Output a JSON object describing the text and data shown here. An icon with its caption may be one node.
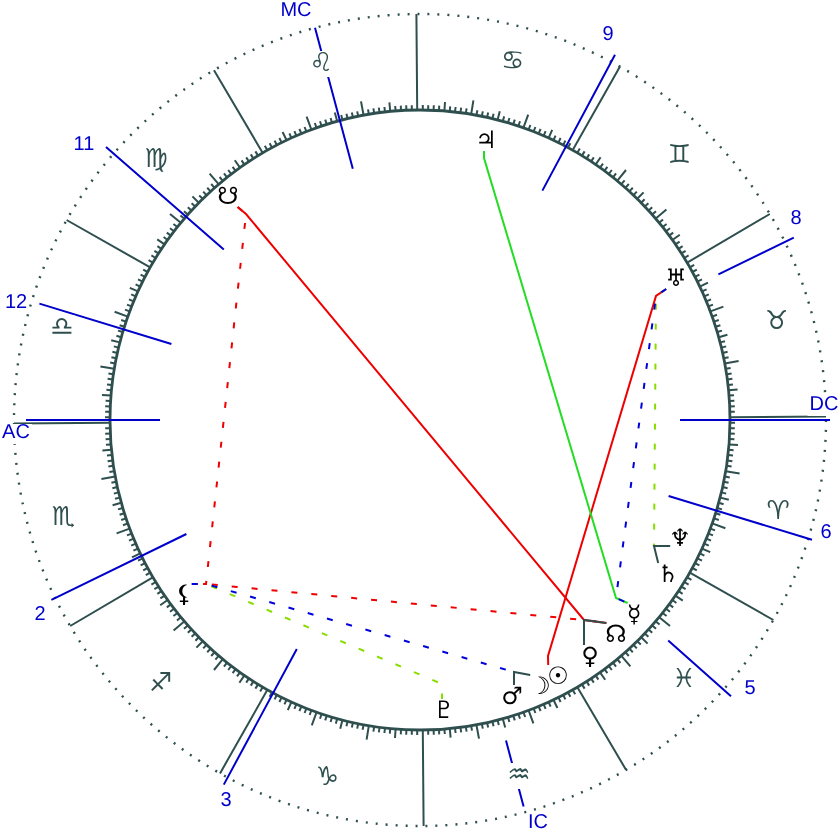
{
  "diagram": {
    "nodes": [
      {
        "text": [
          "♃"
        ]
      },
      {
        "text": [
          "☋"
        ]
      },
      {
        "text": [
          "♅"
        ]
      },
      {
        "text": [
          "♆"
        ]
      },
      {
        "text": [
          "♄"
        ]
      },
      {
        "text": [
          "⚸"
        ]
      },
      {
        "text": [
          "☿"
        ]
      },
      {
        "text": [
          "☊"
        ]
      },
      {
        "text": [
          "♀"
        ]
      },
      {
        "text": [
          "☉"
        ]
      },
      {
        "text": [
          "☽"
        ]
      },
      {
        "text": [
          "♂"
        ]
      },
      {
        "text": [
          "♇"
        ]
      }
    ],
    "edges": [
      {
        "from": 1,
        "to": 7,
        "arrow": "none"
      },
      {
        "from": 1,
        "to": 5,
        "arrow": "none",
        "style": "dashed"
      },
      {
        "from": 5,
        "to": 7,
        "arrow": "none",
        "style": "dashed"
      },
      {
        "from": 5,
        "to": 12,
        "arrow": "none",
        "style": "dashed",
        "color": "#88dd00"
      },
      {
        "from": 5,
        "to": 11,
        "arrow": "none",
        "style": "dashed",
        "color": "#0000dd"
      },
      {
        "from": 9,
        "to": 2,
        "arrow": "none"
      },
      {
        "from": 0,
        "to": 6,
        "arrow": "none",
        "color": "#22dd22"
      },
      {
        "from": 2,
        "to": 3,
        "arrow": "none",
        "style": "dashed",
        "color": "#88dd00"
      },
      {
        "from": 2,
        "to": 6,
        "arrow": "none",
        "style": "dashed",
        "color": "#0000dd"
      },
      {
        "from": 3,
        "to": 4,
        "arrow": "none",
        "color": "#2f4f4f"
      },
      {
        "from": 7,
        "to": 8,
        "arrow": "none",
        "color": "#2f4f4f"
      },
      {
        "from": 11,
        "to": 10,
        "arrow": "none",
        "color": "#2f4f4f"
      }
    ],
    "labels": [
      "MC",
      "9",
      "♌",
      "♋",
      "11",
      "♍",
      "♊",
      "8",
      "12",
      "♎",
      "♉",
      "AC",
      "DC",
      "♏",
      "♈",
      "6",
      "2",
      "♐",
      "♓",
      "5",
      "♑",
      "♒",
      "3",
      "IC"
    ]
  }
}
